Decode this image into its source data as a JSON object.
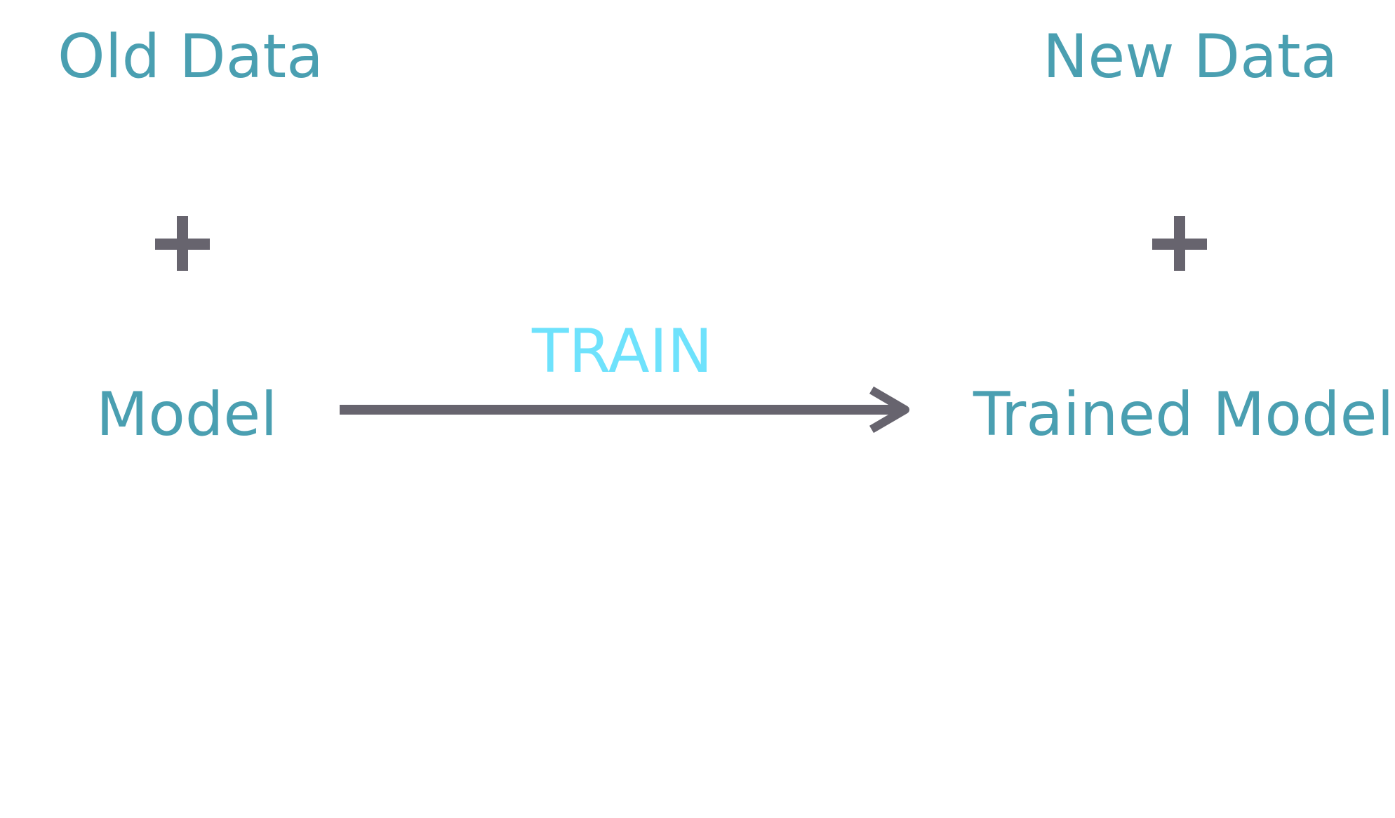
{
  "colors": {
    "label": "#4a9fb1",
    "train": "#6ee2fc",
    "symbol": "#67646e"
  },
  "left": {
    "top_label": "Old Data",
    "bottom_label": "Model"
  },
  "right": {
    "top_label": "New Data",
    "bottom_label": "Trained Model"
  },
  "arrow": {
    "label": "TRAIN"
  }
}
